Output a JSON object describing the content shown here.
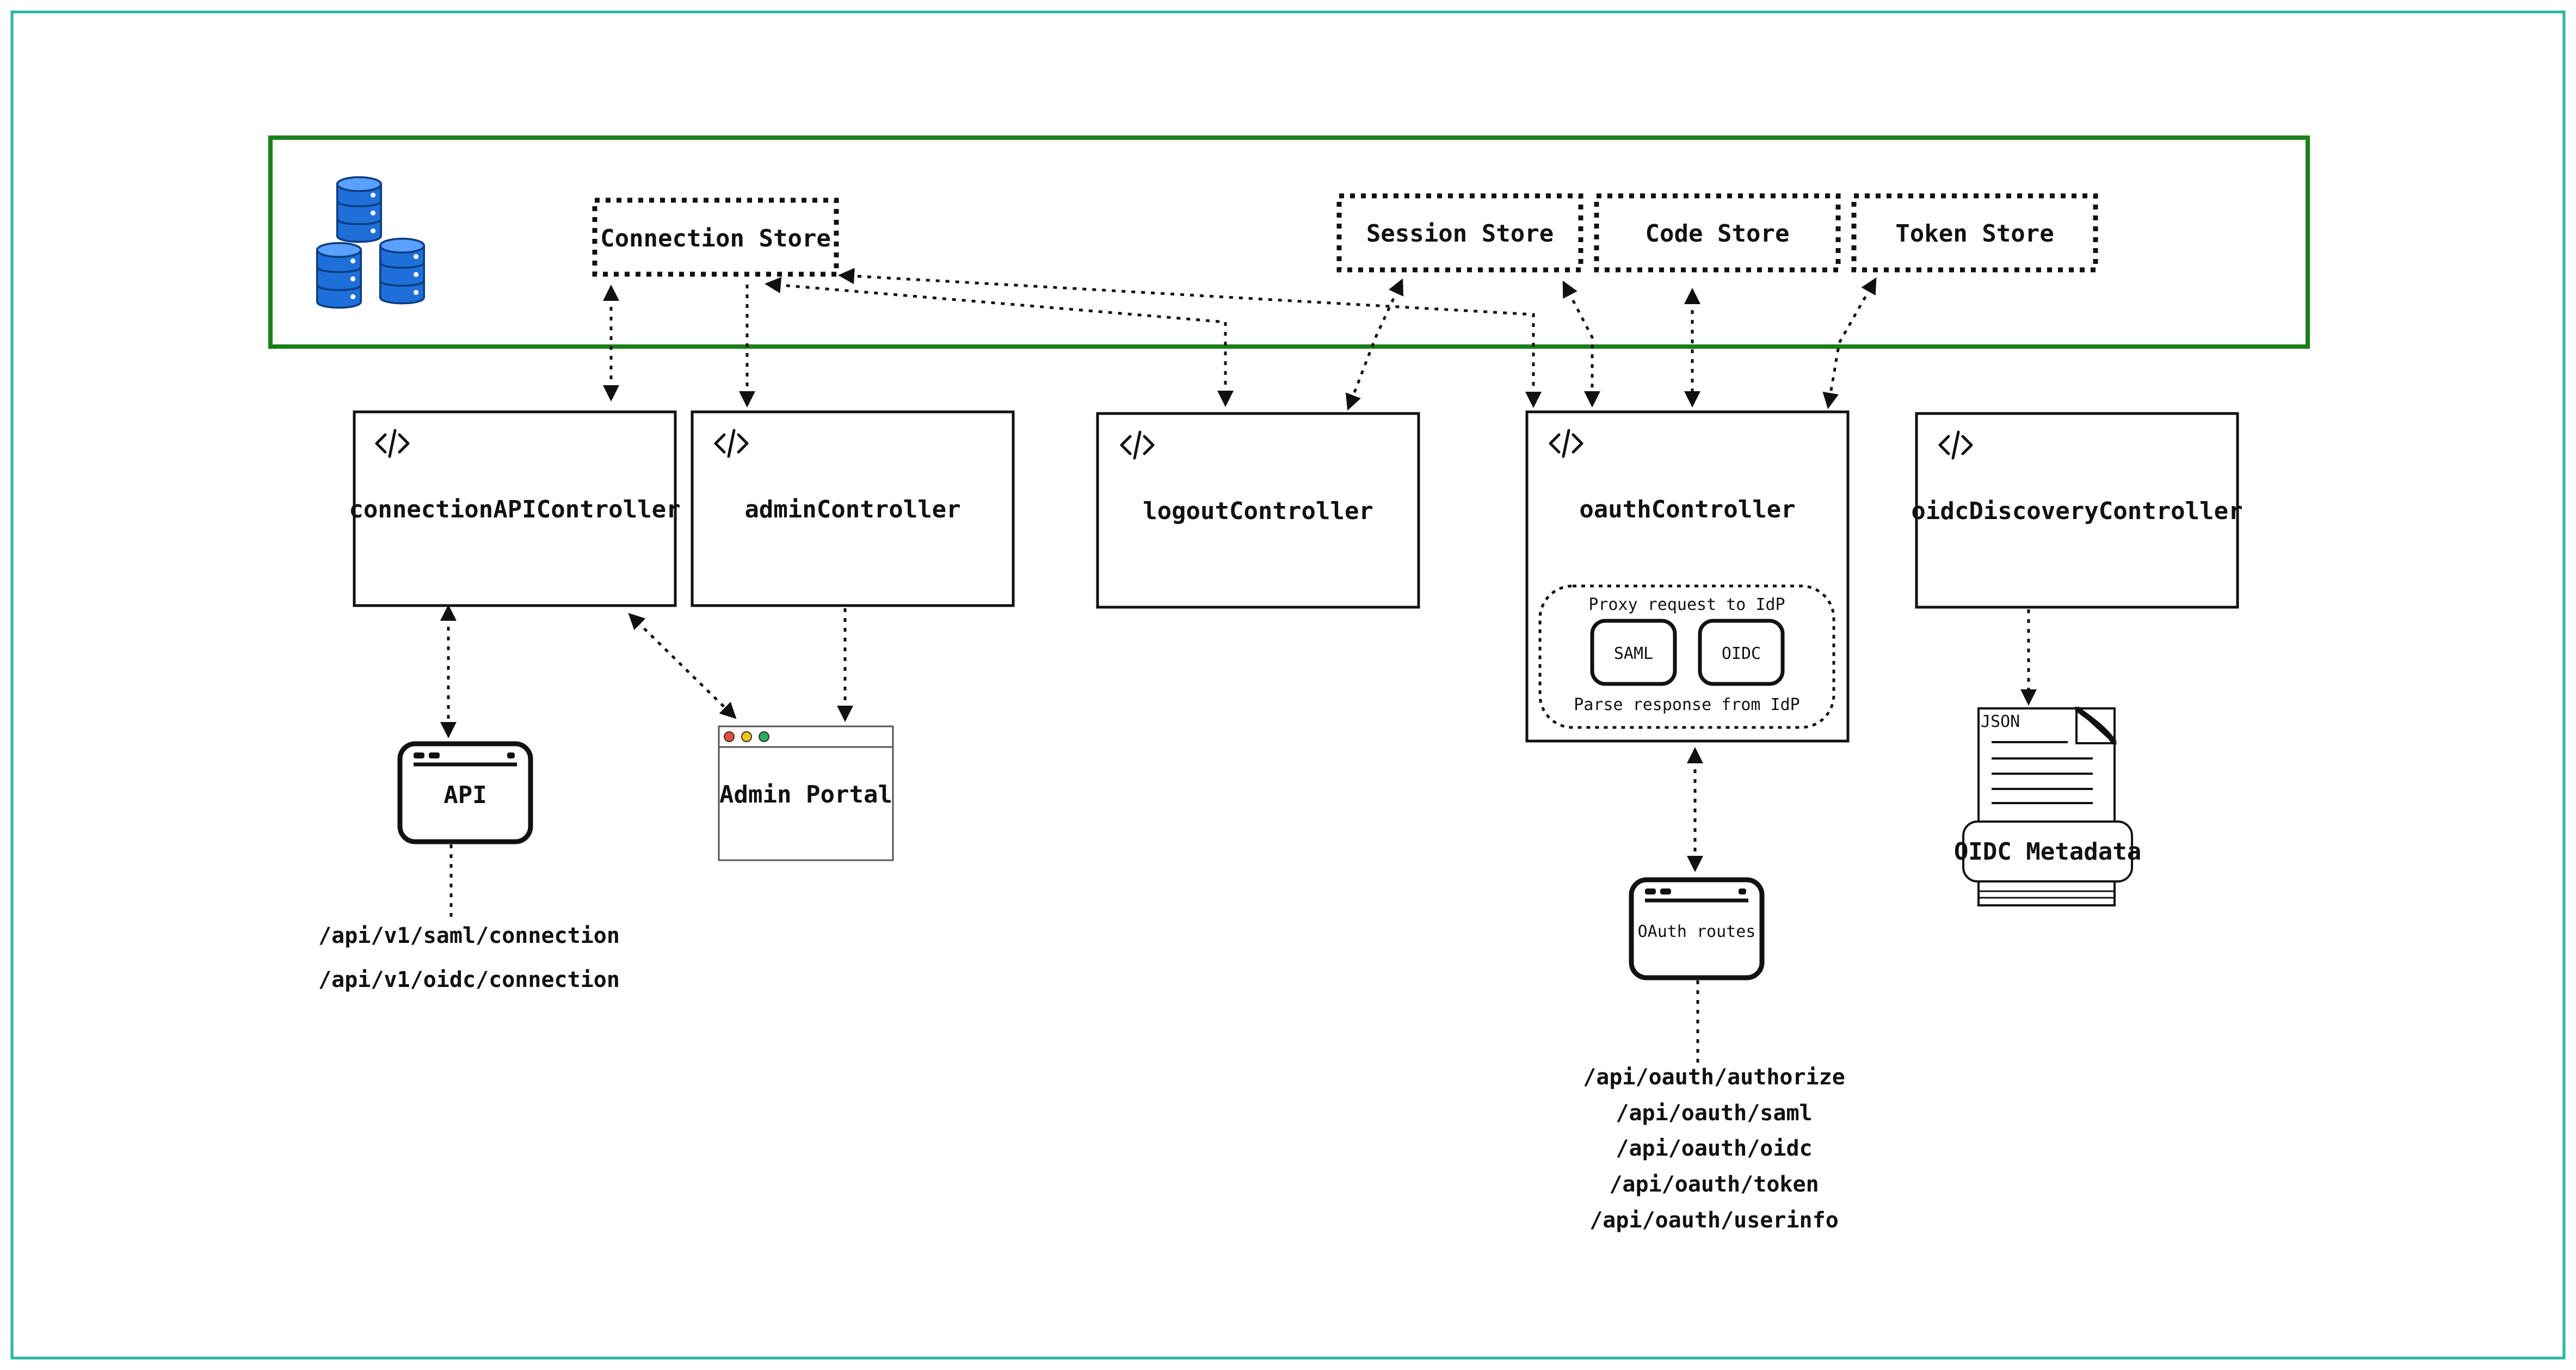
{
  "colors": {
    "frame": "#2bb5a0",
    "storage_border": "#1a7f1a",
    "database": "#1e6fd9",
    "ink": "#111111"
  },
  "icons": {
    "database": "database-icon",
    "code": "code-icon",
    "window": "browser-window-icon",
    "json": "json-file-icon"
  },
  "stores": {
    "connection": "Connection Store",
    "session": "Session Store",
    "code": "Code Store",
    "token": "Token Store"
  },
  "controllers": {
    "connection_api": "connectionAPIController",
    "admin": "adminController",
    "logout": "logoutController",
    "oauth": "oauthController",
    "oidc_discovery": "oidcDiscoveryController"
  },
  "oauth_inner": {
    "proxy": "Proxy request to IdP",
    "saml": "SAML",
    "oidc": "OIDC",
    "parse": "Parse response from IdP"
  },
  "clients": {
    "api": "API",
    "admin_portal": "Admin Portal",
    "oauth_routes": "OAuth routes",
    "oidc_metadata": "OIDC Metadata",
    "json_tag": "JSON"
  },
  "api_routes": [
    "/api/v1/saml/connection",
    "/api/v1/oidc/connection"
  ],
  "oauth_routes": [
    "/api/oauth/authorize",
    "/api/oauth/saml",
    "/api/oauth/oidc",
    "/api/oauth/token",
    "/api/oauth/userinfo"
  ]
}
